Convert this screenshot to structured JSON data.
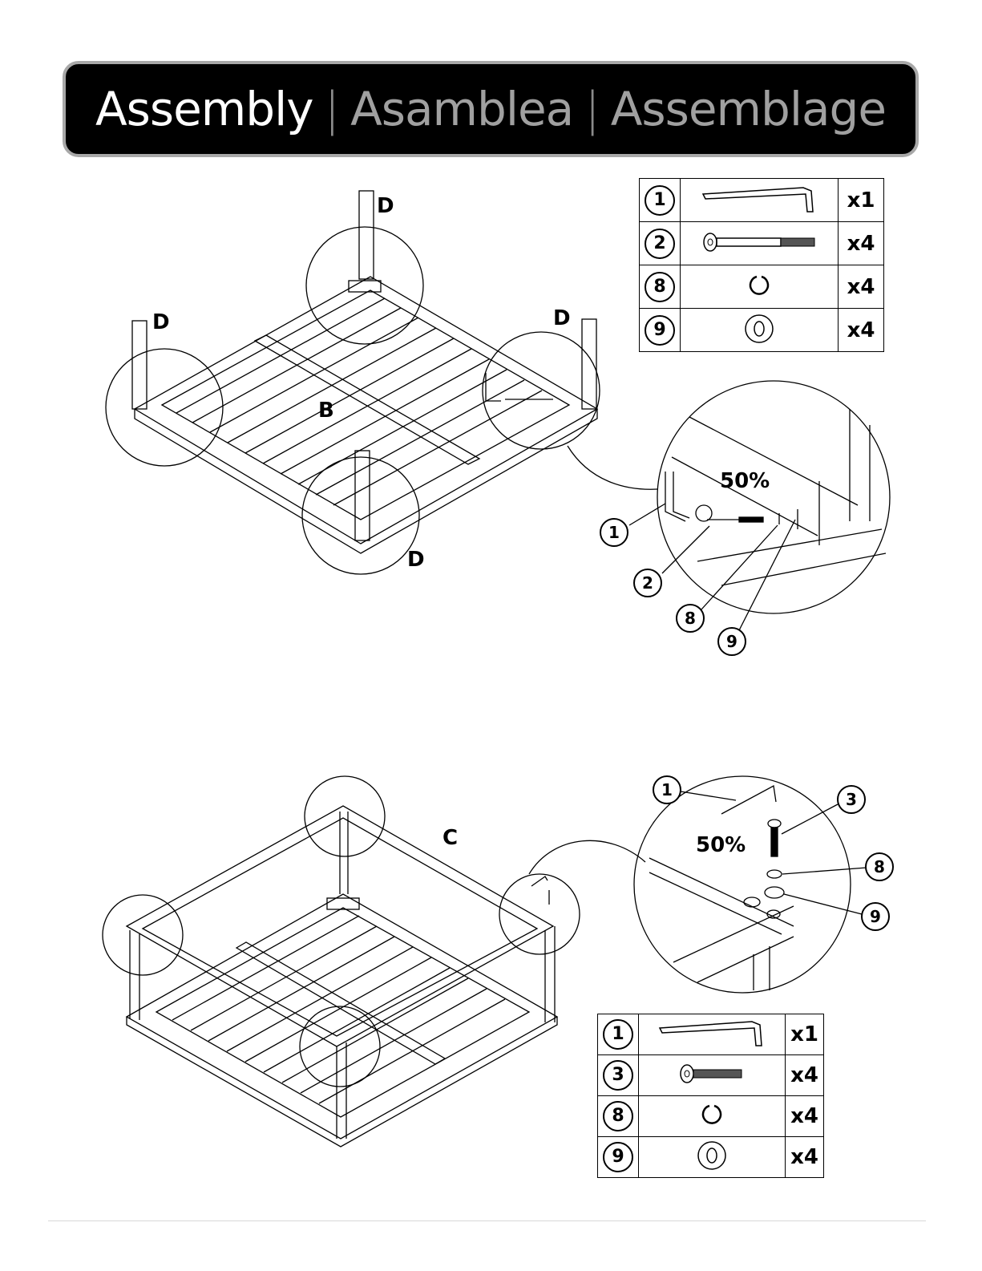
{
  "header": {
    "title_en": "Assembly",
    "separator_1": "|",
    "title_es": "Asamblea",
    "separator_2": "|",
    "title_fr": "Assemblage"
  },
  "step1": {
    "part_labels": {
      "legs": "D",
      "base": "B"
    },
    "detail": {
      "percent": "50%",
      "callouts": [
        "1",
        "2",
        "8",
        "9"
      ]
    },
    "parts_table": [
      {
        "num": "1",
        "icon": "allen-key-icon",
        "qty": "x1"
      },
      {
        "num": "2",
        "icon": "long-bolt-icon",
        "qty": "x4"
      },
      {
        "num": "8",
        "icon": "lock-washer-icon",
        "qty": "x4"
      },
      {
        "num": "9",
        "icon": "flat-washer-icon",
        "qty": "x4"
      }
    ]
  },
  "step2": {
    "part_labels": {
      "frame": "C"
    },
    "detail": {
      "percent": "50%",
      "callouts": [
        "1",
        "3",
        "8",
        "9"
      ]
    },
    "parts_table": [
      {
        "num": "1",
        "icon": "allen-key-icon",
        "qty": "x1"
      },
      {
        "num": "3",
        "icon": "short-bolt-icon",
        "qty": "x4"
      },
      {
        "num": "8",
        "icon": "lock-washer-icon",
        "qty": "x4"
      },
      {
        "num": "9",
        "icon": "flat-washer-icon",
        "qty": "x4"
      }
    ]
  }
}
